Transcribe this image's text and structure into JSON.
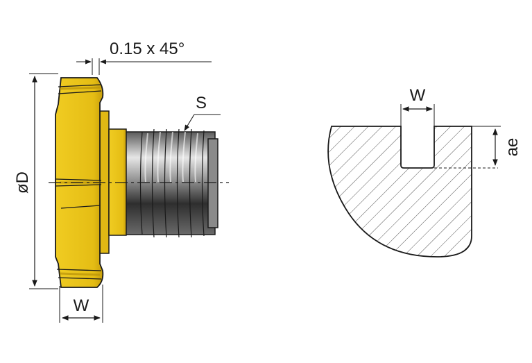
{
  "labels": {
    "chamfer": "0.15 x 45°",
    "thread": "S",
    "diameter": "øD",
    "width_left": "W",
    "width_slot": "W",
    "depth": "ae"
  },
  "colors": {
    "insert_yellow": "#e8c21a",
    "insert_shadow": "#b8920a",
    "shank_light": "#d8d8d8",
    "shank_dark": "#3a3a3a",
    "line": "#1a1a1a",
    "hatch": "#555555"
  }
}
